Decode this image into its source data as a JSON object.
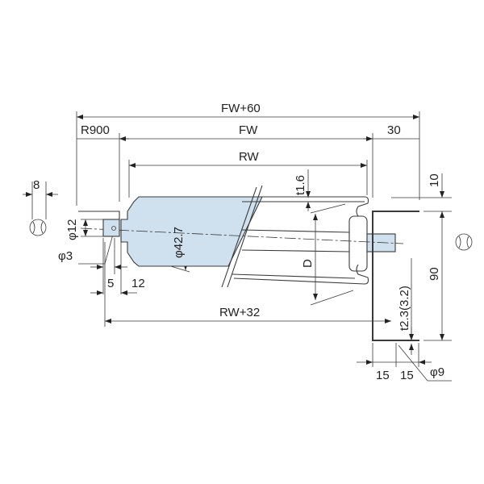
{
  "dimensions": {
    "overall": "FW+60",
    "bend_radius": "R900",
    "frame_width": "FW",
    "offset_right": "30",
    "roller_width": "RW",
    "tube_thickness": "t1.6",
    "flat_width": "8",
    "shaft_dia_left": "φ12",
    "hole_dia": "φ3",
    "roller_dia": "φ42.7",
    "dim_5": "5",
    "dim_12": "12",
    "rw_plus": "RW+32",
    "depth": "D",
    "top_offset": "10",
    "frame_height": "90",
    "frame_thickness": "t2.3(3.2)",
    "flange_a": "15",
    "flange_b": "15",
    "hole_dia_right": "φ9"
  },
  "colors": {
    "roller_fill": "#cfe0ee",
    "line": "#3a3a3a"
  }
}
